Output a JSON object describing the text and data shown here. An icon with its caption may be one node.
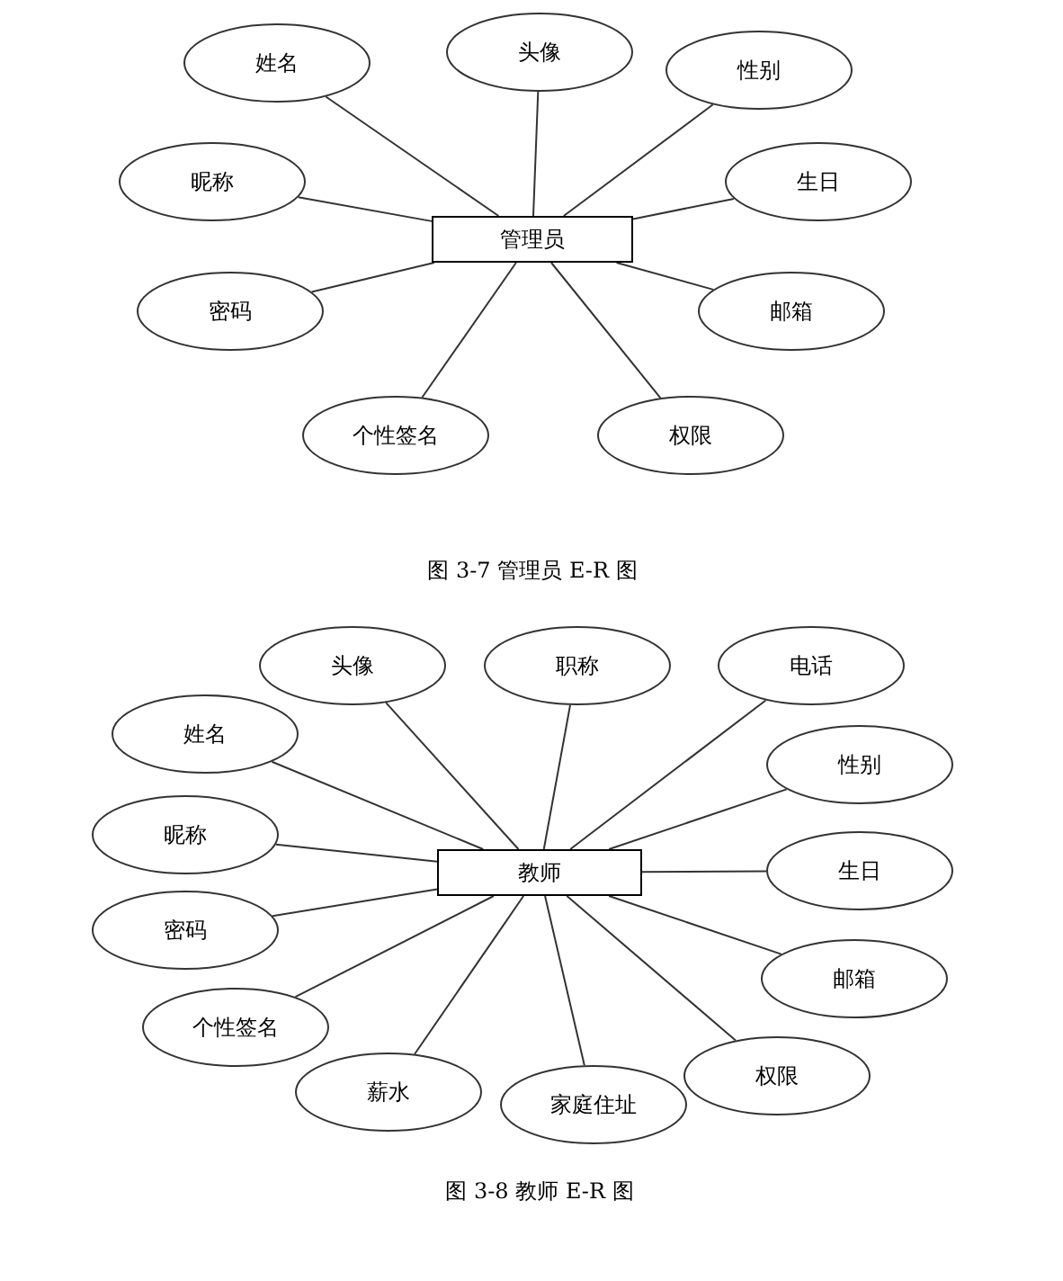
{
  "diagram": {
    "nodes": [
      {
        "text": [
          "管理员"
        ]
      },
      {
        "text": [
          "姓名"
        ]
      },
      {
        "text": [
          "头像"
        ]
      },
      {
        "text": [
          "性别"
        ]
      },
      {
        "text": [
          "昵称"
        ]
      },
      {
        "text": [
          "生日"
        ]
      },
      {
        "text": [
          "密码"
        ]
      },
      {
        "text": [
          "邮箱"
        ]
      },
      {
        "text": [
          "个性签名"
        ]
      },
      {
        "text": [
          "权限"
        ]
      },
      {
        "text": [
          "教师"
        ]
      },
      {
        "text": [
          "头像"
        ]
      },
      {
        "text": [
          "职称"
        ]
      },
      {
        "text": [
          "电话"
        ]
      },
      {
        "text": [
          "姓名"
        ]
      },
      {
        "text": [
          "性别"
        ]
      },
      {
        "text": [
          "昵称"
        ]
      },
      {
        "text": [
          "生日"
        ]
      },
      {
        "text": [
          "密码"
        ]
      },
      {
        "text": [
          "邮箱"
        ]
      },
      {
        "text": [
          "个性签名"
        ]
      },
      {
        "text": [
          "薪水"
        ]
      },
      {
        "text": [
          "家庭住址"
        ]
      },
      {
        "text": [
          "权限"
        ]
      }
    ],
    "edges": [
      {
        "from": 0,
        "to": 1,
        "arrow": "none"
      },
      {
        "from": 0,
        "to": 2,
        "arrow": "none"
      },
      {
        "from": 0,
        "to": 3,
        "arrow": "none"
      },
      {
        "from": 0,
        "to": 4,
        "arrow": "none"
      },
      {
        "from": 0,
        "to": 5,
        "arrow": "none"
      },
      {
        "from": 0,
        "to": 6,
        "arrow": "none"
      },
      {
        "from": 0,
        "to": 7,
        "arrow": "none"
      },
      {
        "from": 0,
        "to": 8,
        "arrow": "none"
      },
      {
        "from": 0,
        "to": 9,
        "arrow": "none"
      },
      {
        "from": 10,
        "to": 11,
        "arrow": "none"
      },
      {
        "from": 10,
        "to": 12,
        "arrow": "none"
      },
      {
        "from": 10,
        "to": 13,
        "arrow": "none"
      },
      {
        "from": 10,
        "to": 14,
        "arrow": "none"
      },
      {
        "from": 10,
        "to": 15,
        "arrow": "none"
      },
      {
        "from": 10,
        "to": 16,
        "arrow": "none"
      },
      {
        "from": 10,
        "to": 17,
        "arrow": "none"
      },
      {
        "from": 10,
        "to": 18,
        "arrow": "none"
      },
      {
        "from": 10,
        "to": 19,
        "arrow": "none"
      },
      {
        "from": 10,
        "to": 20,
        "arrow": "none"
      },
      {
        "from": 10,
        "to": 21,
        "arrow": "none"
      },
      {
        "from": 10,
        "to": 22,
        "arrow": "none"
      },
      {
        "from": 10,
        "to": 23,
        "arrow": "none"
      }
    ],
    "labels": [
      "图 3-7 管理员 E-R 图",
      "图 3-8 教师 E-R 图"
    ]
  }
}
